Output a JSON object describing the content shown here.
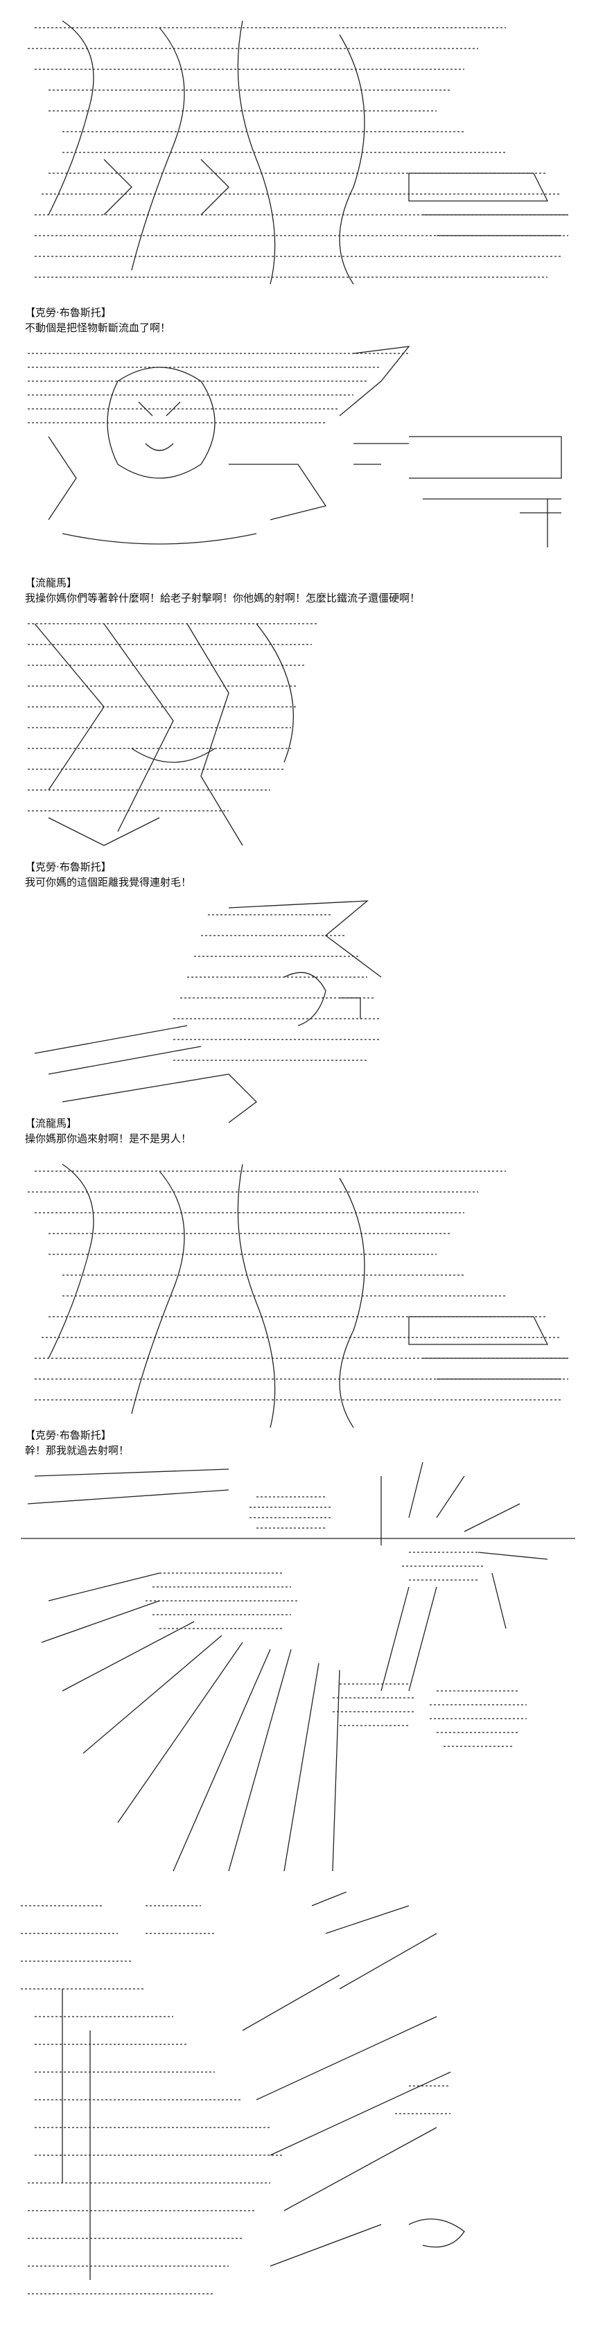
{
  "dialogues": [
    {
      "speaker": "【克勞·布魯斯托】",
      "text": "不動個是把怪物斬斷流血了啊！"
    },
    {
      "speaker": "【流龍馬】",
      "text": "我操你媽你們等著幹什麼啊！給老子射擊啊！你他媽的射啊！怎麼比鐵流子還僵硬啊！"
    },
    {
      "speaker": "【克勞·布魯斯托】",
      "text": "我可你媽的這個距離我覺得連射毛！"
    },
    {
      "speaker": "【流龍馬】",
      "text": "操你媽那你過來射啊！是不是男人！"
    },
    {
      "speaker": "【克勞·布魯斯托】",
      "text": "幹！那我就過去射啊！"
    }
  ]
}
